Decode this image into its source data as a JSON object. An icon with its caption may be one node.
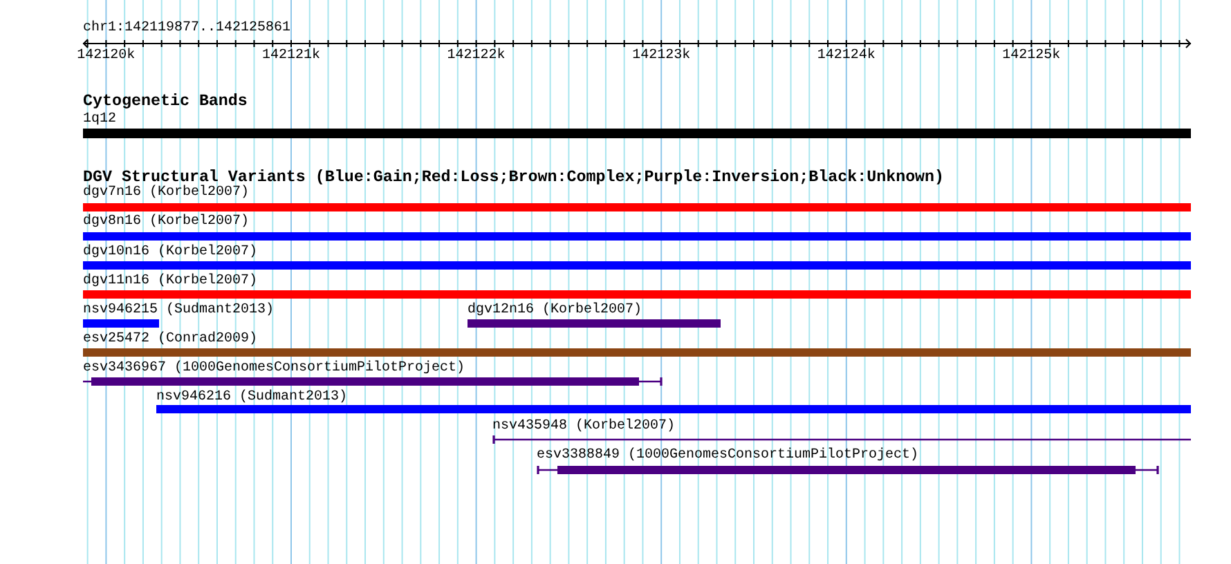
{
  "diagram": {
    "nodes": [
      {
        "text": [
          "1q12"
        ]
      },
      {
        "text": [
          "dgv7n16 (Korbel2007)"
        ]
      },
      {
        "text": [
          "dgv8n16 (Korbel2007)"
        ]
      },
      {
        "text": [
          "dgv10n16 (Korbel2007)"
        ]
      },
      {
        "text": [
          "dgv11n16 (Korbel2007)"
        ]
      },
      {
        "text": [
          "nsv946215 (Sudmant2013)"
        ]
      },
      {
        "text": [
          "dgv12n16 (Korbel2007)"
        ]
      },
      {
        "text": [
          "esv25472 (Conrad2009)"
        ]
      },
      {
        "text": [
          "esv3436967 (1000GenomesConsortiumPilotProject)"
        ]
      },
      {
        "text": [
          "nsv946216 (Sudmant2013)"
        ]
      },
      {
        "text": [
          "nsv435948 (Korbel2007)"
        ]
      },
      {
        "text": [
          "esv3388849 (1000GenomesConsortiumPilotProject)"
        ]
      }
    ],
    "labels": [
      "chr1:142119877..142125861",
      "142120k",
      "142121k",
      "142122k",
      "142123k",
      "142124k",
      "142125k",
      "Cytogenetic Bands",
      "DGV Structural Variants (Blue:Gain;Red:Loss;Brown:Complex;Purple:Inversion;Black:Unknown)"
    ]
  }
}
